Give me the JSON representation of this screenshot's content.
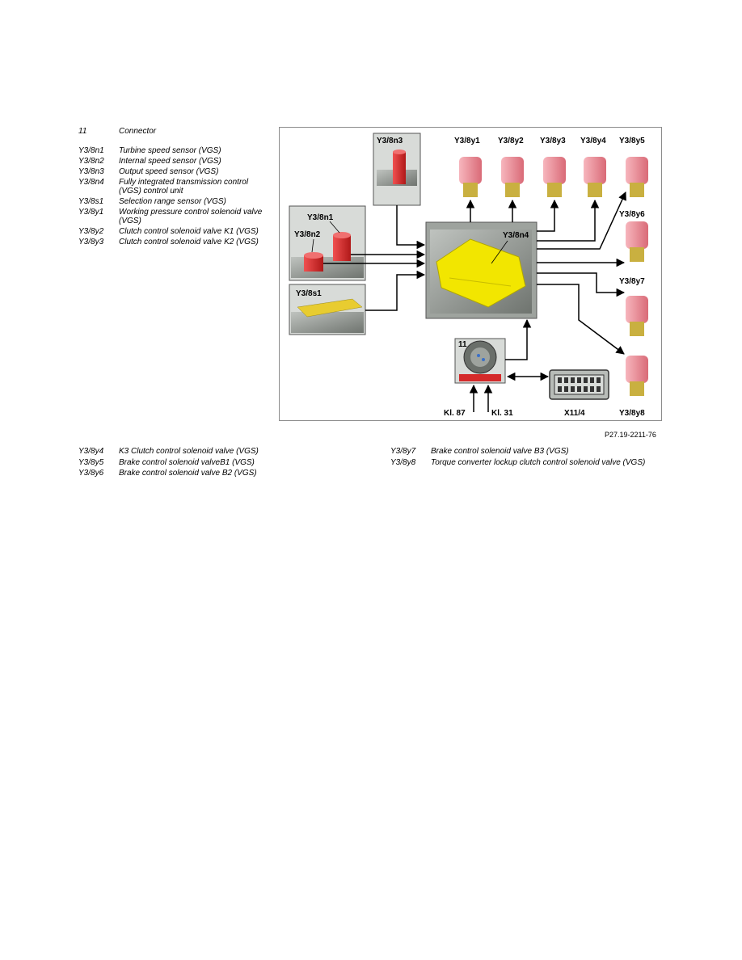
{
  "legend_top": [
    {
      "code": "11",
      "desc": "Connector"
    },
    {
      "code": "Y3/8n1",
      "desc": "Turbine speed sensor (VGS)"
    },
    {
      "code": "Y3/8n2",
      "desc": "Internal speed sensor (VGS)"
    },
    {
      "code": "Y3/8n3",
      "desc": "Output speed sensor (VGS)"
    },
    {
      "code": "Y3/8n4",
      "desc": "Fully integrated transmission control (VGS) control unit"
    },
    {
      "code": "Y3/8s1",
      "desc": "Selection range sensor (VGS)"
    },
    {
      "code": "Y3/8y1",
      "desc": "Working pressure control solenoid valve (VGS)"
    },
    {
      "code": "Y3/8y2",
      "desc": "Clutch control solenoid valve K1 (VGS)"
    },
    {
      "code": "Y3/8y3",
      "desc": "Clutch control solenoid valve K2 (VGS)"
    }
  ],
  "legend_bottom_left": [
    {
      "code": "Y3/8y4",
      "desc": "K3 Clutch control solenoid valve (VGS)"
    },
    {
      "code": "Y3/8y5",
      "desc": "Brake control solenoid valveB1 (VGS)"
    },
    {
      "code": "Y3/8y6",
      "desc": "Brake control solenoid valve B2 (VGS)"
    }
  ],
  "legend_bottom_right": [
    {
      "code": "Y3/8y7",
      "desc": "Brake control solenoid valve B3 (VGS)"
    },
    {
      "code": "Y3/8y8",
      "desc": "Torque converter lockup clutch control solenoid valve (VGS)"
    }
  ],
  "diagram": {
    "labels": {
      "n3": "Y3/8n3",
      "n1": "Y3/8n1",
      "n2": "Y3/8n2",
      "s1": "Y3/8s1",
      "n4": "Y3/8n4",
      "y1": "Y3/8y1",
      "y2": "Y3/8y2",
      "y3": "Y3/8y3",
      "y4": "Y3/8y4",
      "y5": "Y3/8y5",
      "y6": "Y3/8y6",
      "y7": "Y3/8y7",
      "y8": "Y3/8y8",
      "conn": "11",
      "kl87": "Kl. 87",
      "kl31": "Kl. 31",
      "x11": "X11/4"
    },
    "colors": {
      "sensor_red": "#d42a2a",
      "control_unit_yellow": "#f2e600",
      "valve_pink": "#f0909a",
      "valve_yellow": "#c9b040",
      "housing_gray": "#8a8f8a"
    }
  },
  "figure_ref": "P27.19-2211-76"
}
